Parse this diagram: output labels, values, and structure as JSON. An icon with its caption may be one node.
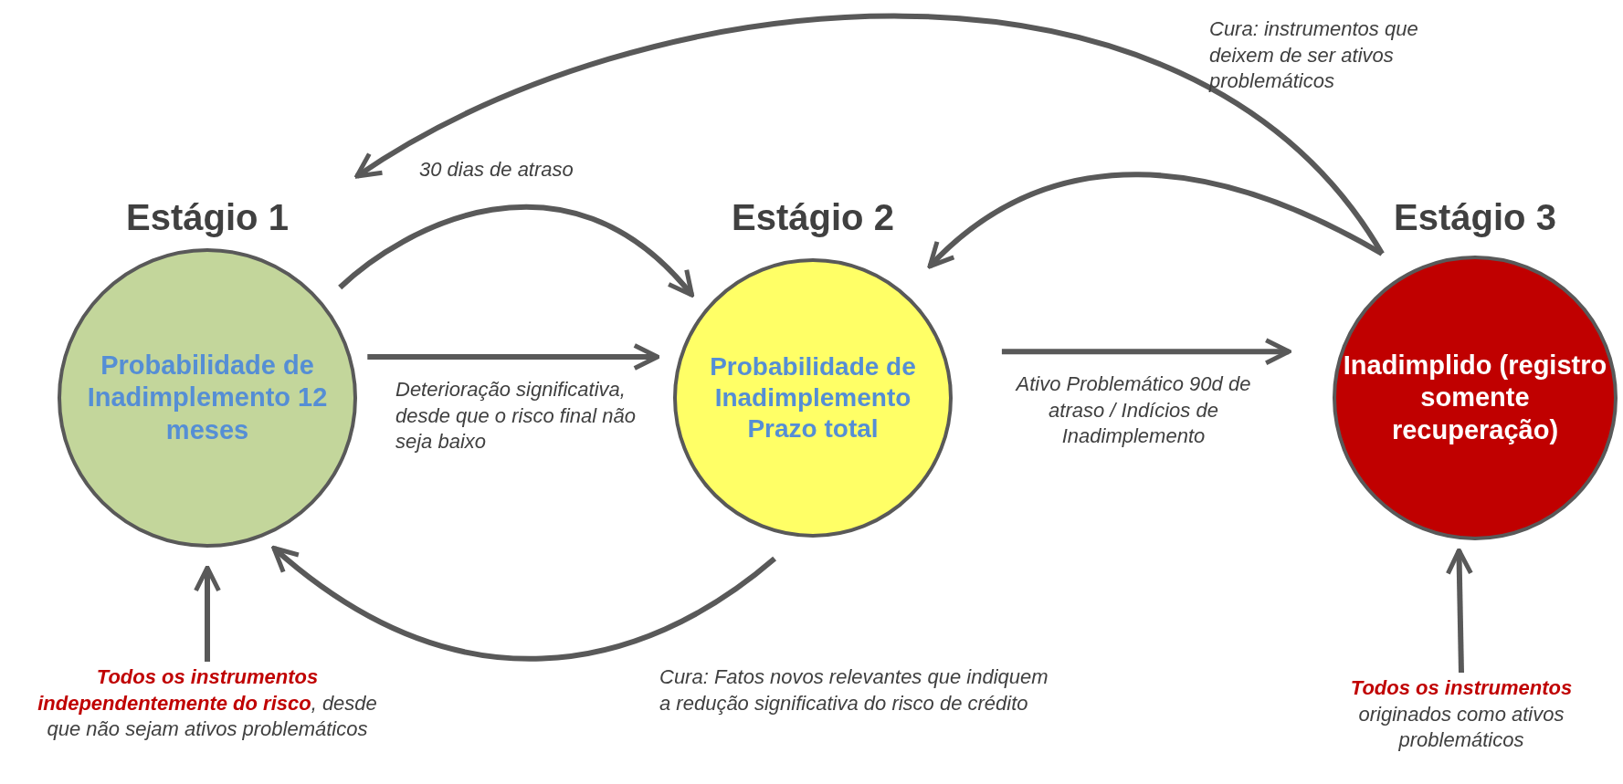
{
  "diagram": {
    "nodes": [
      {
        "text": [
          "Estágio 1",
          "Probabilidade de Inadimplemento 12 meses"
        ]
      },
      {
        "text": [
          "Estágio 2",
          "Probabilidade de Inadimplemento Prazo total"
        ]
      },
      {
        "text": [
          "Estágio 3",
          "Inadimplido (registro somente recuperação)"
        ]
      },
      {
        "text": [
          "**Todos os instrumentos independentemente do risco**, desde que não sejam ativos problemáticos"
        ]
      },
      {
        "text": [
          "**Todos os instrumentos** originados como ativos problemáticos"
        ]
      }
    ],
    "edges": [
      {
        "from": 3,
        "to": 0,
        "arrow": "to"
      },
      {
        "from": 4,
        "to": 2,
        "arrow": "to"
      },
      {
        "from": 0,
        "to": 1,
        "arrow": "to",
        "label": "30 dias de atraso"
      },
      {
        "from": 0,
        "to": 1,
        "arrow": "to",
        "label": "Deterioração significativa, desde que o risco final não seja baixo"
      },
      {
        "from": 1,
        "to": 2,
        "arrow": "to",
        "label": "Ativo Problemático 90d de atraso / Indícios de Inadimplemento"
      },
      {
        "from": 2,
        "to": 1,
        "arrow": "to"
      },
      {
        "from": 2,
        "to": 0,
        "arrow": "to",
        "label": "Cura: instrumentos que deixem de ser ativos problemáticos"
      },
      {
        "from": 1,
        "to": 0,
        "arrow": "to",
        "label": "Cura: Fatos novos relevantes que indiquem a redução significativa do risco de crédito"
      }
    ]
  }
}
